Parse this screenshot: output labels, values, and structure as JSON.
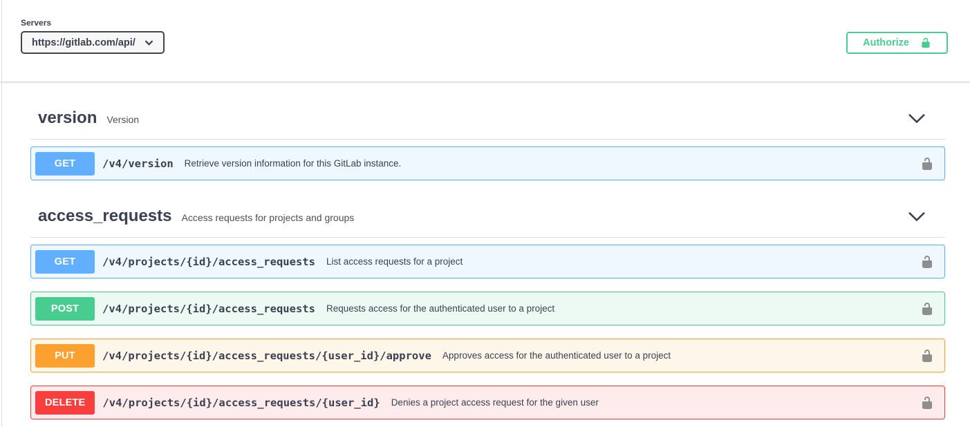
{
  "scheme": {
    "servers_label": "Servers",
    "server_url": "https://gitlab.com/api/",
    "authorize_label": "Authorize"
  },
  "colors": {
    "get": "#61affe",
    "post": "#49cc90",
    "put": "#fca130",
    "delete": "#f93e3e",
    "accent_green": "#49cc90",
    "text_dark": "#3b4151"
  },
  "icons": {
    "chevron_down": "v-shaped down arrow",
    "lock_open": "open padlock"
  },
  "sections": [
    {
      "name": "version",
      "description": "Version",
      "endpoints": [
        {
          "method": "GET",
          "path": "/v4/version",
          "summary": "Retrieve version information for this GitLab instance."
        }
      ]
    },
    {
      "name": "access_requests",
      "description": "Access requests for projects and groups",
      "endpoints": [
        {
          "method": "GET",
          "path": "/v4/projects/{id}/access_requests",
          "summary": "List access requests for a project"
        },
        {
          "method": "POST",
          "path": "/v4/projects/{id}/access_requests",
          "summary": "Requests access for the authenticated user to a project"
        },
        {
          "method": "PUT",
          "path": "/v4/projects/{id}/access_requests/{user_id}/approve",
          "summary": "Approves access for the authenticated user to a project"
        },
        {
          "method": "DELETE",
          "path": "/v4/projects/{id}/access_requests/{user_id}",
          "summary": "Denies a project access request for the given user"
        }
      ]
    }
  ]
}
